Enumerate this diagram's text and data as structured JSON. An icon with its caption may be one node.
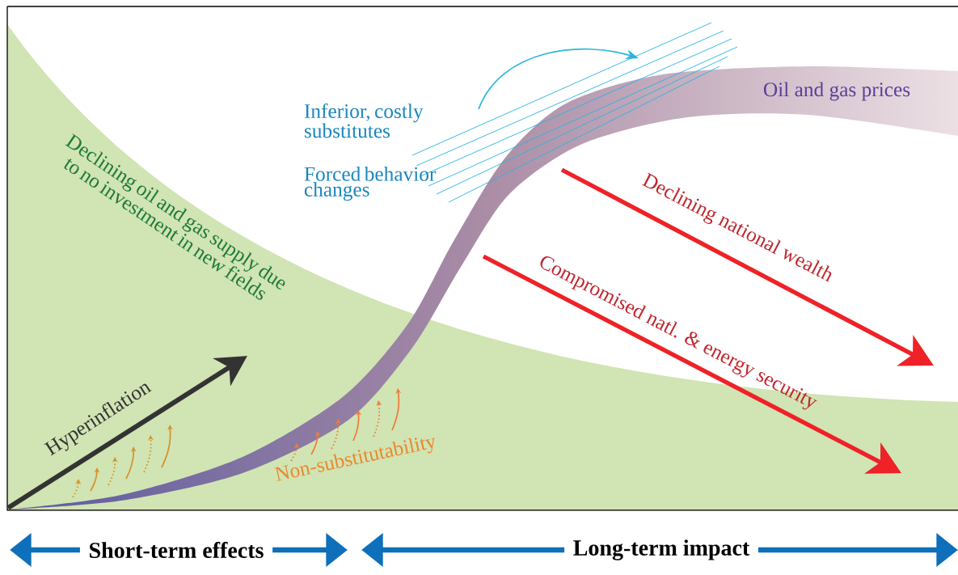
{
  "diagram": {
    "labels": [
      "Declining oil and gas supply due to no investment in new fields",
      "Inferior, costly substitutes",
      "Forced behavior changes",
      "Oil and gas prices",
      "Declining national wealth",
      "Compromised natl. & energy security",
      "Hyperinflation",
      "Non-substitutability",
      "Short-term effects",
      "Long-term impact"
    ]
  }
}
